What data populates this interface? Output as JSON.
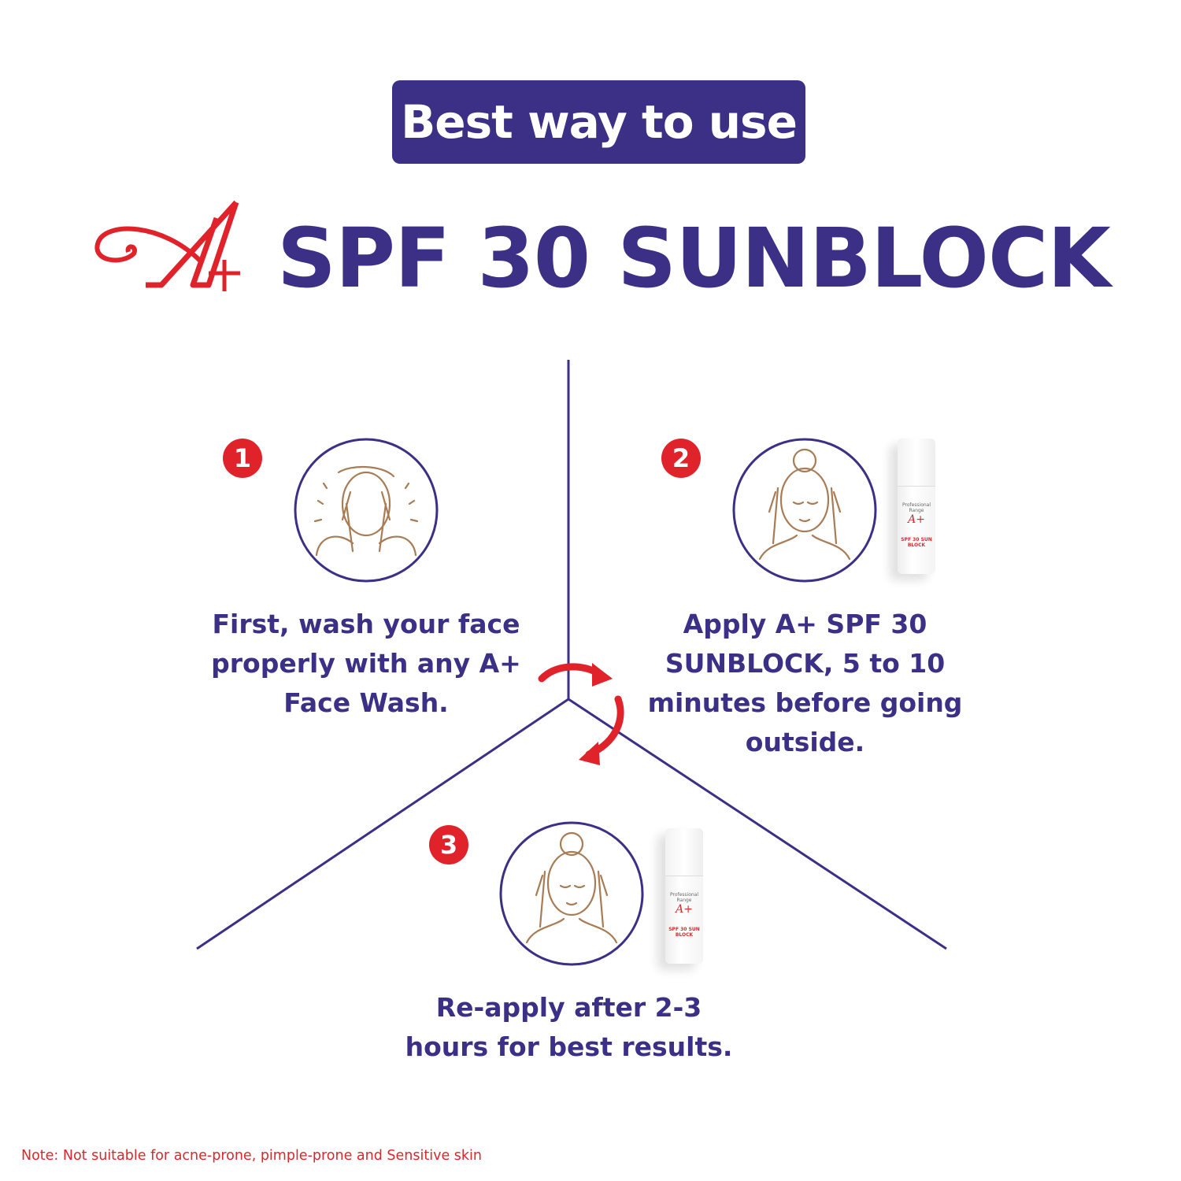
{
  "header": {
    "banner": "Best way to use",
    "title": "SPF 30 SUNBLOCK",
    "logo_text": "A+"
  },
  "steps": [
    {
      "number": "1",
      "text": "First, wash your face properly with any A+ Face Wash.",
      "icon": "face-wash-icon"
    },
    {
      "number": "2",
      "text": "Apply A+ SPF 30 SUNBLOCK, 5 to 10 minutes before going outside.",
      "icon": "apply-cream-face-icon"
    },
    {
      "number": "3",
      "text": "Re-apply after 2-3 hours for best results.",
      "icon": "apply-cream-face-icon"
    }
  ],
  "product": {
    "range": "Professional Range",
    "name": "SPF 30 SUN BLOCK",
    "logo_text": "A+"
  },
  "note": "Note: Not suitable for acne-prone, pimple-prone and Sensitive skin",
  "colors": {
    "navy": "#3b2f86",
    "red": "#e0232a",
    "line_art": "#a87c55"
  }
}
